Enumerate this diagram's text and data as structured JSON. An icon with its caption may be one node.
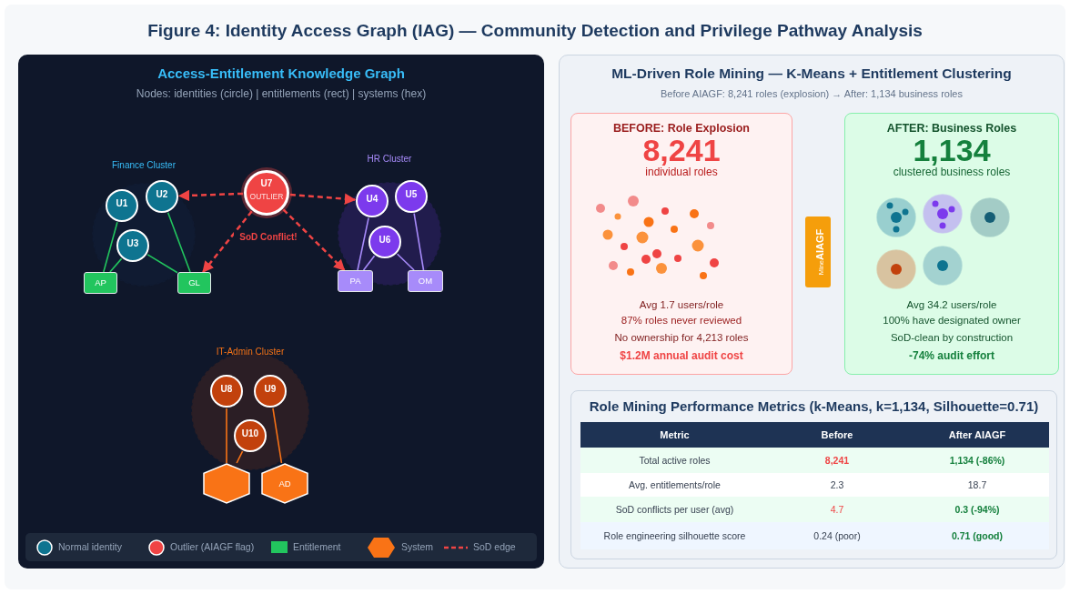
{
  "diagram": {
    "title": "Figure 4: Identity Access Graph (IAG) — Community Detection and Privilege Pathway Analysis",
    "nodes": [
      {
        "text": [
          "Finance Cluster"
        ]
      },
      {
        "text": [
          "U1"
        ],
        "in": 0
      },
      {
        "text": [
          "U2"
        ],
        "in": 0
      },
      {
        "text": [
          "U3"
        ],
        "in": 0
      },
      {
        "text": [
          "U7",
          "OUTLIER"
        ]
      },
      {
        "text": [
          "HR Cluster"
        ]
      },
      {
        "text": [
          "U4"
        ],
        "in": 5
      },
      {
        "text": [
          "U5"
        ],
        "in": 5
      },
      {
        "text": [
          "U6"
        ],
        "in": 5
      },
      {
        "text": [
          "AP"
        ]
      },
      {
        "text": [
          "GL"
        ]
      },
      {
        "text": [
          "PA"
        ]
      },
      {
        "text": [
          "OM"
        ]
      },
      {
        "text": [
          "IT-Admin Cluster"
        ]
      },
      {
        "text": [
          "U8"
        ],
        "in": 13
      },
      {
        "text": [
          "U9"
        ],
        "in": 13
      },
      {
        "text": [
          "U10"
        ],
        "in": 13
      },
      {
        "text": [],
        "shape": "hexagon"
      },
      {
        "text": [
          "AD"
        ]
      },
      {
        "text": [
          "BEFORE: Role Explosion",
          "8,241",
          "individual roles",
          "Avg 1.7 users/role",
          "87% roles never reviewed",
          "No ownership for 4,213 roles",
          "$1.2M annual audit cost"
        ]
      },
      {
        "text": [
          "Mine",
          "AIAGF"
        ]
      },
      {
        "text": [
          "AFTER: Business Roles",
          "1,134",
          "clustered business roles",
          "Avg 34.2 users/role",
          "100% have designated owner",
          "SoD-clean by construction",
          "-74% audit effort"
        ]
      }
    ],
    "edges": [
      {
        "from": 4,
        "to": 2,
        "arrow": "to",
        "style": "dashed",
        "color": "#ef4444"
      },
      {
        "from": 4,
        "to": 6,
        "arrow": "to",
        "style": "dashed",
        "color": "#ef4444"
      },
      {
        "from": 4,
        "to": 10,
        "arrow": "to",
        "style": "dashed",
        "color": "#ef4444",
        "label": "SoD Conflict!"
      },
      {
        "from": 4,
        "to": 11,
        "arrow": "to",
        "style": "dashed",
        "color": "#ef4444"
      },
      {
        "from": 1,
        "to": 9,
        "arrow": "none",
        "color": "#22c55e"
      },
      {
        "from": 2,
        "to": 10,
        "arrow": "none",
        "color": "#22c55e"
      },
      {
        "from": 3,
        "to": 9,
        "arrow": "none",
        "color": "#22c55e"
      },
      {
        "from": 3,
        "to": 10,
        "arrow": "none",
        "color": "#22c55e"
      },
      {
        "from": 6,
        "to": 11,
        "arrow": "none",
        "color": "#a78bfa"
      },
      {
        "from": 8,
        "to": 11,
        "arrow": "none",
        "color": "#a78bfa"
      },
      {
        "from": 8,
        "to": 12,
        "arrow": "none",
        "color": "#a78bfa"
      },
      {
        "from": 7,
        "to": 12,
        "arrow": "none",
        "color": "#a78bfa"
      },
      {
        "from": 14,
        "to": 17,
        "arrow": "none",
        "color": "#f97316"
      },
      {
        "from": 16,
        "to": 17,
        "arrow": "none",
        "color": "#f97316"
      },
      {
        "from": 15,
        "to": 18,
        "arrow": "none",
        "color": "#f97316"
      }
    ],
    "labels": [
      "Access-Entitlement Knowledge Graph",
      "Nodes: identities (circle) | entitlements (rect) | systems (hex)",
      "ML-Driven Role Mining — K-Means + Entitlement Clustering",
      "Before AIAGF: 8,241 roles (explosion) → After: 1,134 business roles",
      "Role Mining Performance Metrics (k-Means, k=1,134, Silhouette=0.71)",
      "Metric",
      "Before",
      "After AIAGF",
      "Total active roles",
      "8,241",
      "1,134 (-86%)",
      "Avg. entitlements/role",
      "2.3",
      "18.7",
      "SoD conflicts per user (avg)",
      "4.7",
      "0.3 (-94%)",
      "Role engineering silhouette score",
      "0.24 (poor)",
      "0.71 (good)"
    ],
    "legend": [
      {
        "text": "Normal identity",
        "color": "#0e7490"
      },
      {
        "text": "Outlier (AIAGF flag)",
        "color": "#ef4444"
      },
      {
        "text": "Entitlement",
        "color": "#22c55e"
      },
      {
        "text": "System",
        "color": "#f97316"
      },
      {
        "text": "SoD edge"
      }
    ]
  }
}
